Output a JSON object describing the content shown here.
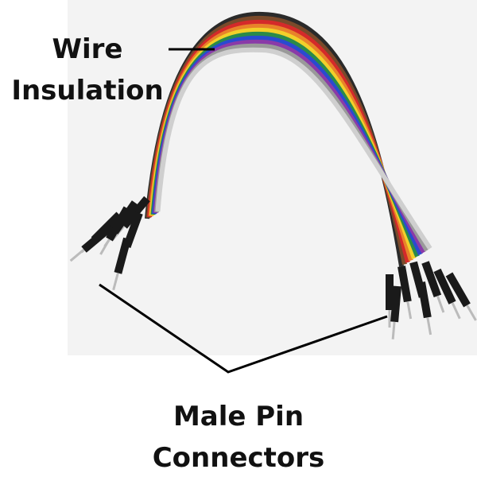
{
  "labels": {
    "wire_insulation": [
      "Wire",
      "Insulation"
    ],
    "male_pin_connectors": [
      "Male Pin",
      "Connectors"
    ]
  },
  "wire_colors": [
    "#2a2a2a",
    "#7a4a2a",
    "#d42a2a",
    "#e8832a",
    "#f2d02a",
    "#2a8a4a",
    "#2a4ad0",
    "#8a3aa8",
    "#9a9a9a",
    "#f6f6f6"
  ]
}
